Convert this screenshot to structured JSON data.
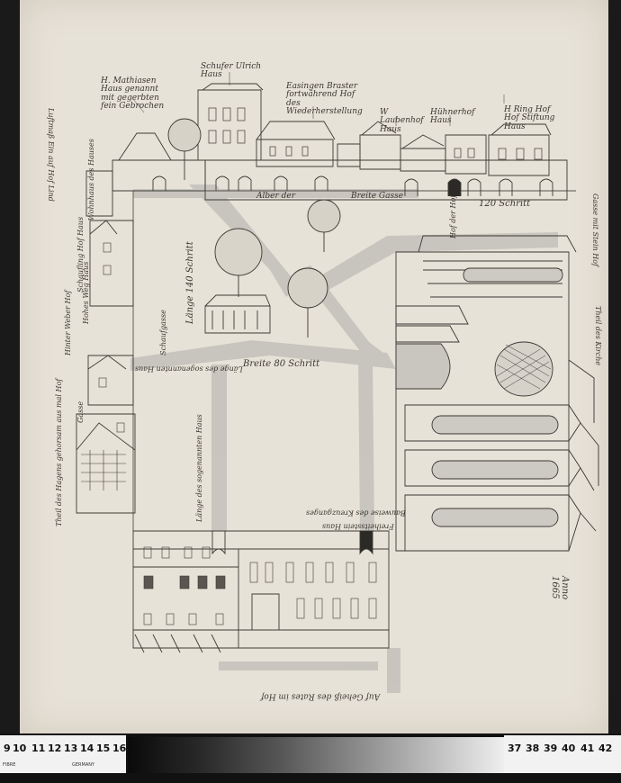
{
  "annotations": {
    "top_west": "H. Mathiasen\nHaus genannt\nmit gegerbten\nfein Gebrochen",
    "top_mid": "Schufer Ulrich\nHaus",
    "top_center": "Easingen Braster\nfortwährend Hof\ndes Wiederherstellung",
    "top_east1": "W Laubenhof\nHaus",
    "top_east2": "Hühnerhof\nHaus",
    "top_east3": "H Ring Hof\nHof Stiftung\nHaus",
    "gate_note": "Breite Gasse",
    "width_120": "120 Schritt",
    "street_note": "Alber der",
    "length_140": "Länge 140 Schritt",
    "width_80": "Breite 80 Schritt",
    "left_side1": "Wohnhaus des Hauses",
    "left_side2": "Schaufling Hof Haus",
    "left_side3": "Hinter Weber Hof",
    "left_side4": "Hohes Weg Haus",
    "left_side5": "Gasse",
    "left_side6": "Theil des Hagens gehorsam aus mal Hof",
    "cross_note1": "Hof der Hof",
    "cross_note2": "Schaufgasse",
    "center_mirror": "Länge des sogenannten Haus",
    "church_south": "Bauweise des Kreuzganges",
    "church_bottom": "Freiheitsstein Haus",
    "right_side1": "Gasse mit Stein Hof",
    "right_side2": "Theil des Kirche",
    "signature": "Anno\n1665",
    "bottom_caption": "Auf Geheiß des Rates im Hof",
    "top_left_vertical": "Luftmaß Ein auf Hof Lind"
  },
  "ruler": {
    "left_labels": [
      "9",
      "10",
      "11",
      "12",
      "13",
      "14",
      "15",
      "16"
    ],
    "right_labels": [
      "37",
      "38",
      "39",
      "40",
      "41",
      "42"
    ],
    "small_left": "FIBRE",
    "small_mid": "GERMANY"
  },
  "colors": {
    "paper": "#e7e2d8",
    "ink": "#3a3530",
    "wash": "#b9b8b2"
  }
}
